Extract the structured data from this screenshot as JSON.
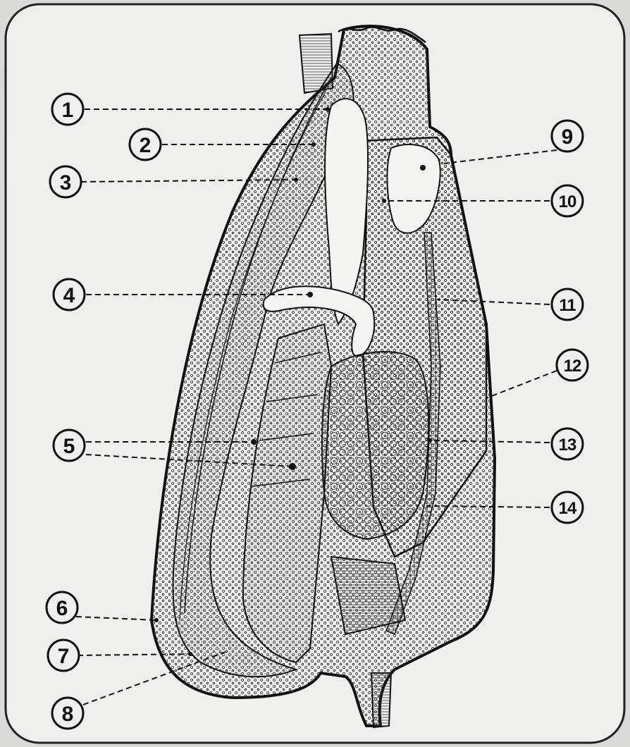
{
  "callouts": [
    {
      "label": "1"
    },
    {
      "label": "2"
    },
    {
      "label": "3"
    },
    {
      "label": "4"
    },
    {
      "label": "5"
    },
    {
      "label": "6"
    },
    {
      "label": "7"
    },
    {
      "label": "8"
    },
    {
      "label": "9"
    },
    {
      "label": "10"
    },
    {
      "label": "11"
    },
    {
      "label": "12"
    },
    {
      "label": "13"
    },
    {
      "label": "14"
    }
  ],
  "colors": {
    "paper": "#efefec",
    "ink": "#111111",
    "stipple": "#b9b9b4",
    "background": "#d9d9d6"
  }
}
